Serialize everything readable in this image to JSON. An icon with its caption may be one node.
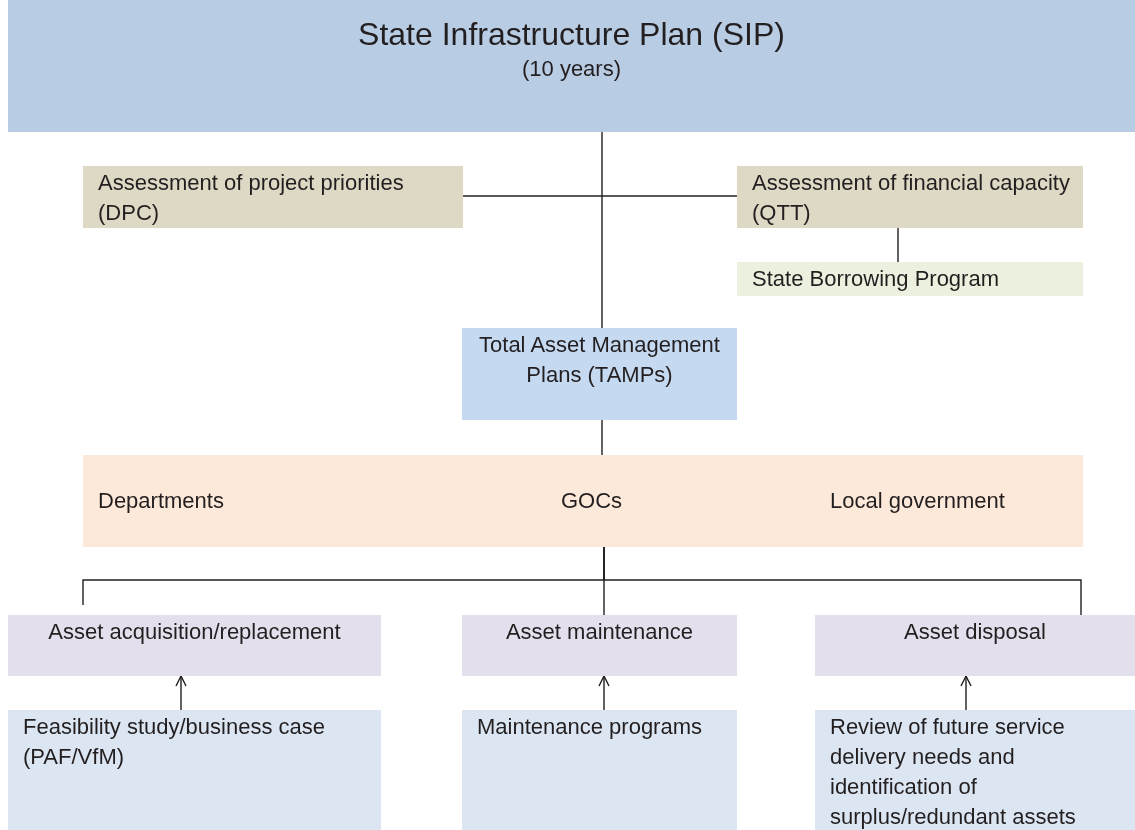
{
  "diagram": {
    "nodes": [
      {
        "text": [
          "State Infrastructure Plan (SIP)",
          "(10 years)"
        ]
      },
      {
        "text": [
          "Assessment of project priorities (DPC)"
        ]
      },
      {
        "text": [
          "Assessment of financial capacity (QTT)"
        ]
      },
      {
        "text": [
          "State Borrowing Program"
        ]
      },
      {
        "text": [
          "Total Asset Management Plans (TAMPs)"
        ]
      },
      {
        "text": [
          "Departments",
          "GOCs",
          "Local government"
        ]
      },
      {
        "text": [
          "Asset acquisition/replacement"
        ]
      },
      {
        "text": [
          "Asset maintenance"
        ]
      },
      {
        "text": [
          "Asset disposal"
        ]
      },
      {
        "text": [
          "Feasibility study/business case (PAF/VfM)"
        ]
      },
      {
        "text": [
          "Maintenance programs"
        ]
      },
      {
        "text": [
          "Review of future service delivery needs and identification of surplus/redundant assets"
        ]
      }
    ],
    "edges": [
      {
        "from": 0,
        "to": 4,
        "arrow": "none"
      },
      {
        "from": 1,
        "to": 2,
        "arrow": "none"
      },
      {
        "from": 2,
        "to": 3,
        "arrow": "none"
      },
      {
        "from": 4,
        "to": 5,
        "arrow": "none"
      },
      {
        "from": 5,
        "to": 6,
        "arrow": "none"
      },
      {
        "from": 5,
        "to": 7,
        "arrow": "none"
      },
      {
        "from": 5,
        "to": 8,
        "arrow": "none"
      },
      {
        "from": 9,
        "to": 6,
        "arrow": "to"
      },
      {
        "from": 10,
        "to": 7,
        "arrow": "to"
      },
      {
        "from": 11,
        "to": 8,
        "arrow": "to"
      }
    ]
  }
}
